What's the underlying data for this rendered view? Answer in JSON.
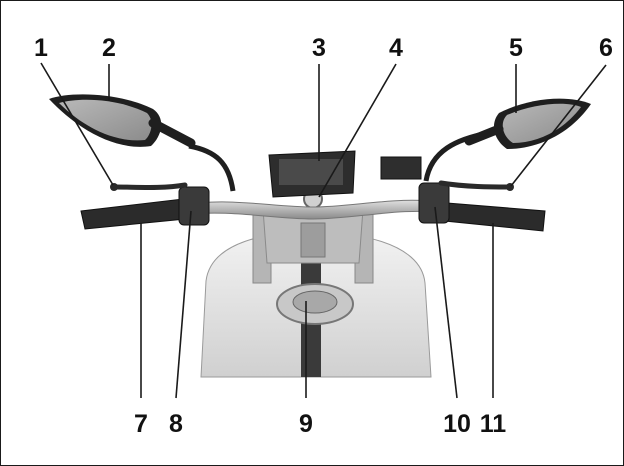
{
  "callouts": [
    {
      "label": "1",
      "part": "left-lever"
    },
    {
      "label": "2",
      "part": "left-mirror"
    },
    {
      "label": "3",
      "part": "instrument-cluster"
    },
    {
      "label": "4",
      "part": "ignition-switch"
    },
    {
      "label": "5",
      "part": "right-mirror"
    },
    {
      "label": "6",
      "part": "right-lever"
    },
    {
      "label": "7",
      "part": "left-grip"
    },
    {
      "label": "8",
      "part": "left-switch-cluster"
    },
    {
      "label": "9",
      "part": "fuel-cap"
    },
    {
      "label": "10",
      "part": "right-switch-cluster"
    },
    {
      "label": "11",
      "part": "throttle-grip"
    }
  ],
  "colors": {
    "ink": "#111111",
    "leader": "#1a1a1a",
    "metal": "#b9b9b9",
    "rubber": "#2b2b2b"
  }
}
